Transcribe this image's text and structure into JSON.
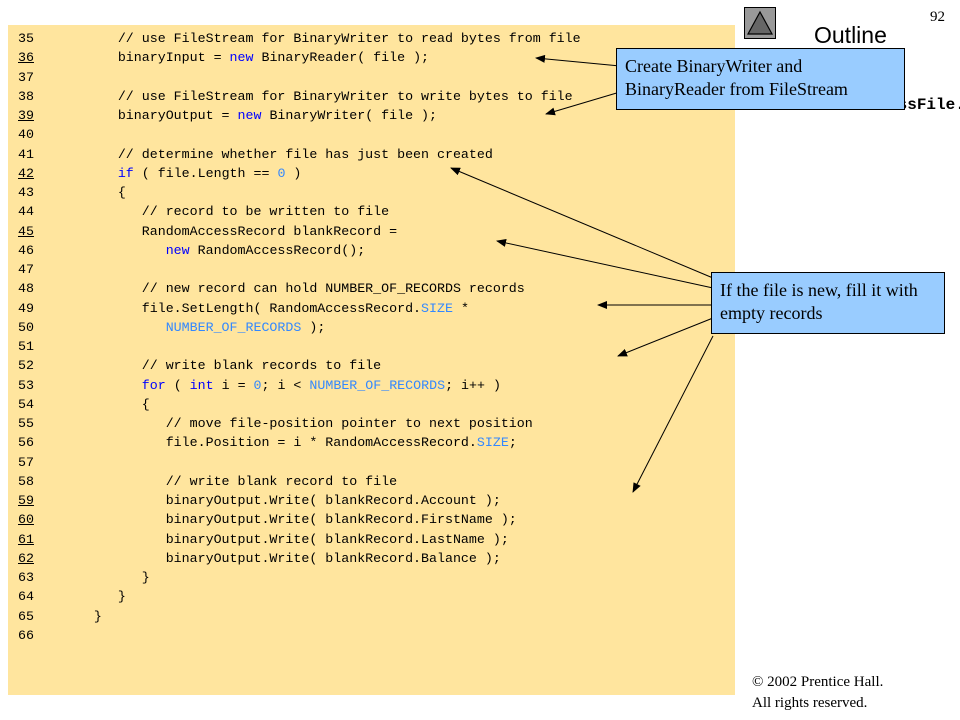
{
  "slide": {
    "page_number": "92",
    "outline_title": "Outline",
    "file_name": "CreateRandomAccessFile.cs",
    "nav_icon": "up-triangle-icon",
    "copyright_line1": "© 2002 Prentice Hall.",
    "copyright_line2": "All rights reserved."
  },
  "callouts": [
    {
      "text": "Create BinaryWriter and BinaryReader from FileStream"
    },
    {
      "text": "If the file is new, fill it with empty records"
    }
  ],
  "code": [
    {
      "num": "35",
      "hl": false,
      "parts": [
        [
          "c",
          "         // use FileStream for BinaryWriter to read bytes from file"
        ]
      ]
    },
    {
      "num": "36",
      "hl": true,
      "parts": [
        [
          "c",
          "         binaryInput = "
        ],
        [
          "k",
          "new"
        ],
        [
          "c",
          " BinaryReader( file );"
        ]
      ]
    },
    {
      "num": "37",
      "hl": false,
      "parts": []
    },
    {
      "num": "38",
      "hl": false,
      "parts": [
        [
          "c",
          "         // use FileStream for BinaryWriter to write bytes to file"
        ]
      ]
    },
    {
      "num": "39",
      "hl": true,
      "parts": [
        [
          "c",
          "         binaryOutput = "
        ],
        [
          "k",
          "new"
        ],
        [
          "c",
          " BinaryWriter( file );"
        ]
      ]
    },
    {
      "num": "40",
      "hl": false,
      "parts": []
    },
    {
      "num": "41",
      "hl": false,
      "parts": [
        [
          "c",
          "         // determine whether file has just been created"
        ]
      ]
    },
    {
      "num": "42",
      "hl": true,
      "parts": [
        [
          "c",
          "         "
        ],
        [
          "k",
          "if"
        ],
        [
          "c",
          " ( file.Length == "
        ],
        [
          "n",
          "0"
        ],
        [
          "c",
          " )"
        ]
      ]
    },
    {
      "num": "43",
      "hl": false,
      "parts": [
        [
          "c",
          "         {"
        ]
      ]
    },
    {
      "num": "44",
      "hl": false,
      "parts": [
        [
          "c",
          "            // record to be written to file"
        ]
      ]
    },
    {
      "num": "45",
      "hl": true,
      "parts": [
        [
          "c",
          "            RandomAccessRecord blankRecord ="
        ]
      ]
    },
    {
      "num": "46",
      "hl": false,
      "parts": [
        [
          "c",
          "               "
        ],
        [
          "k",
          "new"
        ],
        [
          "c",
          " RandomAccessRecord();"
        ]
      ]
    },
    {
      "num": "47",
      "hl": false,
      "parts": []
    },
    {
      "num": "48",
      "hl": false,
      "parts": [
        [
          "c",
          "            // new record can hold NUMBER_OF_RECORDS records"
        ]
      ]
    },
    {
      "num": "49",
      "hl": false,
      "parts": [
        [
          "c",
          "            file.SetLength( RandomAccessRecord."
        ],
        [
          "n",
          "SIZE"
        ],
        [
          "c",
          " *"
        ]
      ]
    },
    {
      "num": "50",
      "hl": false,
      "parts": [
        [
          "c",
          "               "
        ],
        [
          "n",
          "NUMBER_OF_RECORDS"
        ],
        [
          "c",
          " );"
        ]
      ]
    },
    {
      "num": "51",
      "hl": false,
      "parts": []
    },
    {
      "num": "52",
      "hl": false,
      "parts": [
        [
          "c",
          "            // write blank records to file"
        ]
      ]
    },
    {
      "num": "53",
      "hl": false,
      "parts": [
        [
          "c",
          "            "
        ],
        [
          "k",
          "for"
        ],
        [
          "c",
          " ( "
        ],
        [
          "k",
          "int"
        ],
        [
          "c",
          " i = "
        ],
        [
          "n",
          "0"
        ],
        [
          "c",
          "; i < "
        ],
        [
          "n",
          "NUMBER_OF_RECORDS"
        ],
        [
          "c",
          "; i++ )"
        ]
      ]
    },
    {
      "num": "54",
      "hl": false,
      "parts": [
        [
          "c",
          "            {"
        ]
      ]
    },
    {
      "num": "55",
      "hl": false,
      "parts": [
        [
          "c",
          "               // move file-position pointer to next position"
        ]
      ]
    },
    {
      "num": "56",
      "hl": false,
      "parts": [
        [
          "c",
          "               file.Position = i * RandomAccessRecord."
        ],
        [
          "n",
          "SIZE"
        ],
        [
          "c",
          ";"
        ]
      ]
    },
    {
      "num": "57",
      "hl": false,
      "parts": []
    },
    {
      "num": "58",
      "hl": false,
      "parts": [
        [
          "c",
          "               // write blank record to file"
        ]
      ]
    },
    {
      "num": "59",
      "hl": true,
      "parts": [
        [
          "c",
          "               binaryOutput.Write( blankRecord.Account );"
        ]
      ]
    },
    {
      "num": "60",
      "hl": true,
      "parts": [
        [
          "c",
          "               binaryOutput.Write( blankRecord.FirstName );"
        ]
      ]
    },
    {
      "num": "61",
      "hl": true,
      "parts": [
        [
          "c",
          "               binaryOutput.Write( blankRecord.LastName );"
        ]
      ]
    },
    {
      "num": "62",
      "hl": true,
      "parts": [
        [
          "c",
          "               binaryOutput.Write( blankRecord.Balance );"
        ]
      ]
    },
    {
      "num": "63",
      "hl": false,
      "parts": [
        [
          "c",
          "            }"
        ]
      ]
    },
    {
      "num": "64",
      "hl": false,
      "parts": [
        [
          "c",
          "         }"
        ]
      ]
    },
    {
      "num": "65",
      "hl": false,
      "parts": [
        [
          "c",
          "      }"
        ]
      ]
    },
    {
      "num": "66",
      "hl": false,
      "parts": []
    }
  ],
  "colors": {
    "code_background": "#ffe59e",
    "callout_background": "#99ccff",
    "keyword": "#0000ff",
    "literal": "#3388ff"
  }
}
